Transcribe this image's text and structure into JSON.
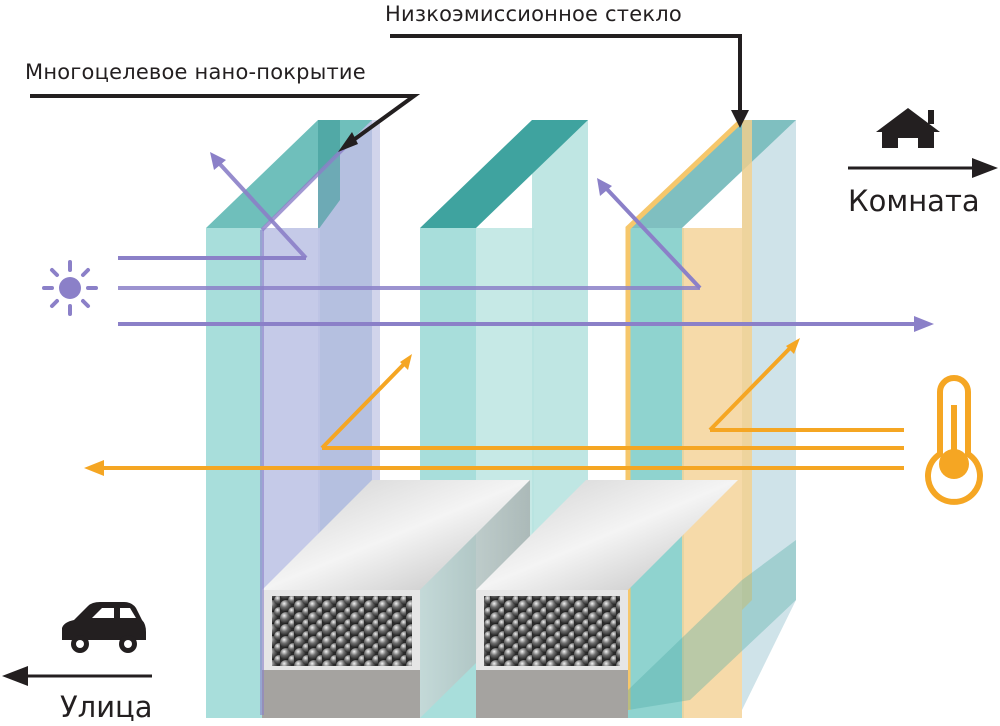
{
  "labels": {
    "multipurpose_coating": "Многоцелевое нано-покрытие",
    "low_e_glass": "Низкоэмиссионное стекло",
    "room": "Комната",
    "street": "Улица"
  },
  "icons": {
    "sun": "sun-icon",
    "thermometer": "thermometer-icon",
    "house": "house-icon",
    "car": "car-icon"
  },
  "colors": {
    "glass": "#9fdcd9",
    "glass_top": "#5fb3b0",
    "light_ray": "#8b80c8",
    "heat_ray": "#f5a623",
    "low_e_coating": "#f6c76b",
    "nano_coating": "#9aa8d6",
    "spacer": "#a7a7a7",
    "arrow": "#231f20"
  }
}
